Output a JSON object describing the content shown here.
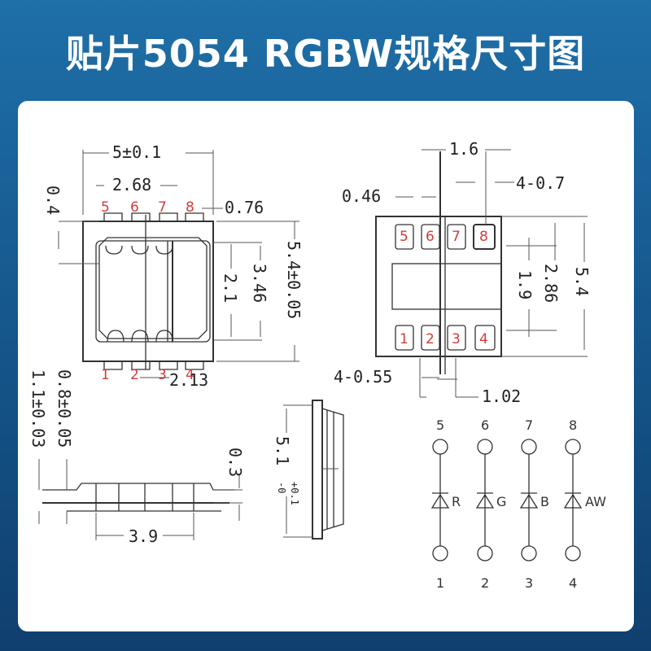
{
  "title": "贴片5054  RGBW规格尺寸图",
  "top_view": {
    "dims": {
      "width": "5±0.1",
      "pad_span": "2.68",
      "margin_left": "0.4",
      "pad_gap": "0.76",
      "height": "5.4±0.05",
      "inner_h": "3.46",
      "inner_gap": "2.1",
      "pad_pitch": "2.13"
    },
    "pins_top": [
      "5",
      "6",
      "7",
      "8"
    ],
    "pins_bottom": [
      "1",
      "2",
      "3",
      "4"
    ]
  },
  "bottom_view": {
    "dims": {
      "pad_w": "1.6",
      "pad_size": "4-0.7",
      "pad_edge": "0.46",
      "height": "5.4",
      "center_h": "2.86",
      "center_gap": "1.9",
      "bottom_pad": "4-0.55",
      "pitch": "1.02"
    },
    "pins_top": [
      "5",
      "6",
      "7",
      "8"
    ],
    "pins_bottom": [
      "1",
      "2",
      "3",
      "4"
    ]
  },
  "side_view": {
    "dims": {
      "total_h": "1.1±0.03",
      "lens_h": "0.8±0.05",
      "base_h": "0.3",
      "width": "3.9"
    }
  },
  "end_view": {
    "dims": {
      "length": "5.1",
      "tol_plus": "+0.1",
      "tol_minus": "-0"
    }
  },
  "schematic": {
    "top_pins": [
      "5",
      "6",
      "7",
      "8"
    ],
    "bottom_pins": [
      "1",
      "2",
      "3",
      "4"
    ],
    "channels": [
      "R",
      "G",
      "B",
      "AW"
    ]
  }
}
